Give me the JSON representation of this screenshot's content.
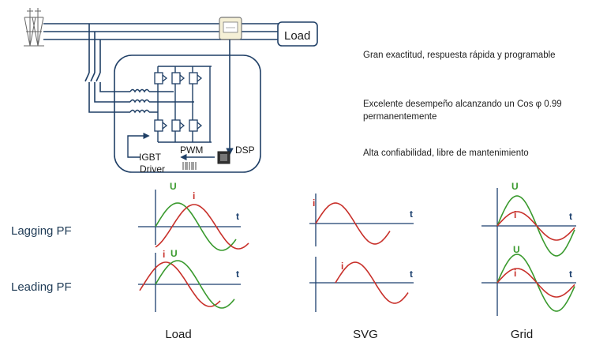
{
  "colors": {
    "u_wave": "#3a9a2e",
    "i_wave": "#c8302a",
    "axis": "#1b3f6e",
    "wire": "#1f3f66",
    "load_box": "#1f3f66",
    "row_label": "#1e3a55"
  },
  "circuit": {
    "load_label": "Load",
    "igbt_label": "IGBT",
    "driver_label": "Driver",
    "pwm_label": "PWM",
    "dsp_label": "DSP",
    "icons": [
      "power-tower-icon",
      "power-tower-icon",
      "current-transformer-icon",
      "dsp-chip-icon",
      "igbt-transistor-icon",
      "inductor-coil-icon"
    ]
  },
  "features": [
    "Gran exactitud, respuesta rápida y programable",
    "Excelente desempeño alcanzando un Cos φ 0.99 permanentemente",
    "Alta confiabilidad, libre de mantenimiento"
  ],
  "rows": [
    "Lagging PF",
    "Leading PF"
  ],
  "columns": [
    "Load",
    "SVG",
    "Grid"
  ],
  "wave_labels": {
    "u": "U",
    "i": "i",
    "t": "t"
  }
}
